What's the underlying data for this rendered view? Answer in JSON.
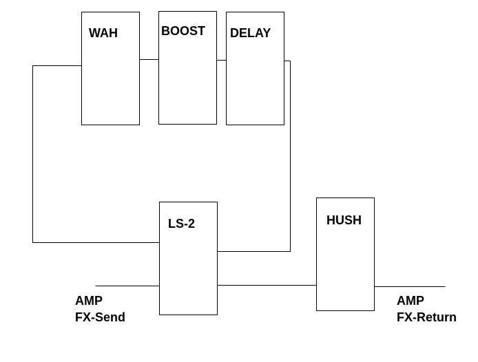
{
  "pedals": {
    "wah": "WAH",
    "boost": "BOOST",
    "delay": "DELAY",
    "ls2": "LS-2",
    "hush": "HUSH"
  },
  "amp_send": {
    "line1": "AMP",
    "line2": "FX-Send"
  },
  "amp_return": {
    "line1": "AMP",
    "line2": "FX-Return"
  }
}
